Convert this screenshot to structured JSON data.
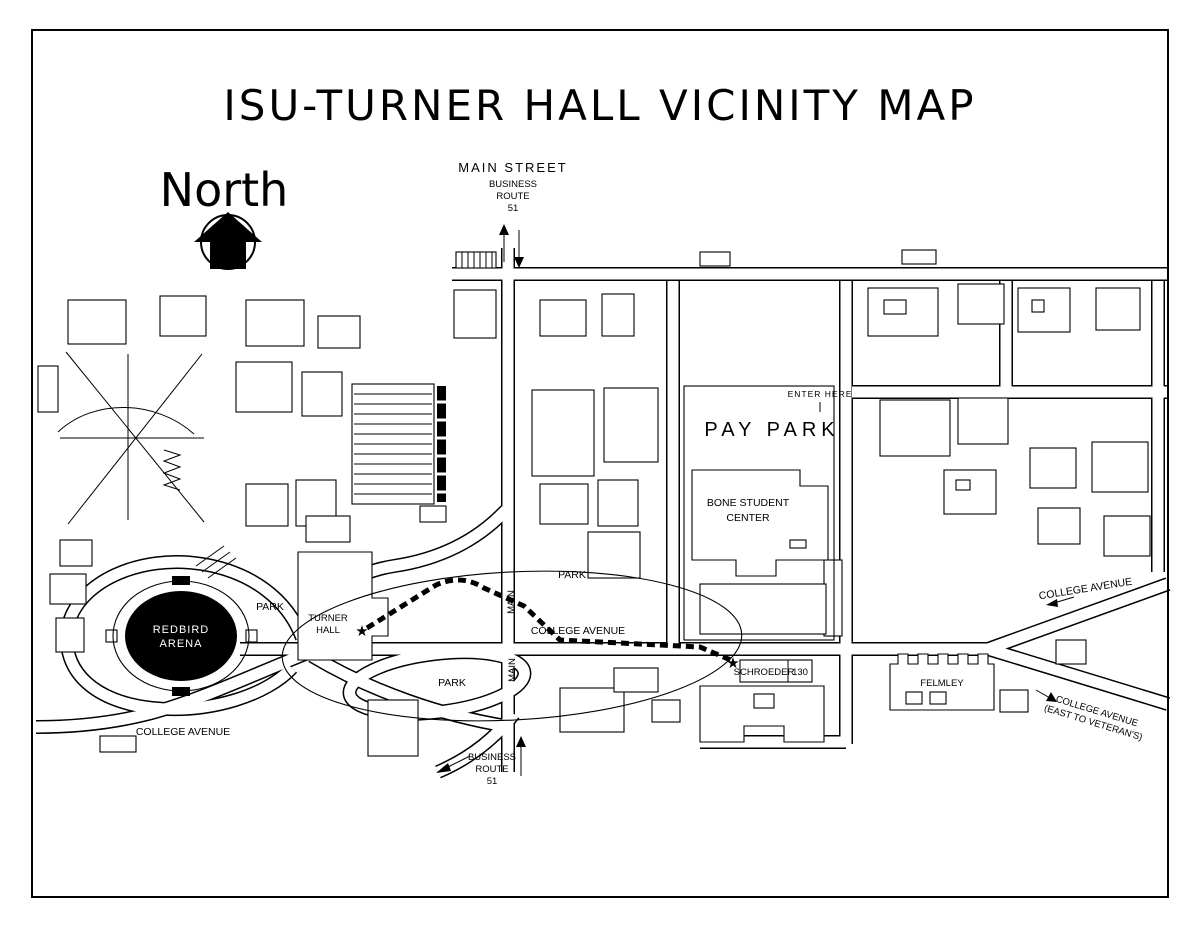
{
  "title": "ISU-TURNER HALL VICINITY MAP",
  "compass": {
    "label": "North"
  },
  "streets": {
    "main_street": "MAIN STREET",
    "main_abbrev": "MAIN",
    "business_route": {
      "line1": "BUSINESS",
      "line2": "ROUTE",
      "line3": "51"
    },
    "college_avenue": "COLLEGE AVENUE",
    "college_avenue_east_suffix": "(EAST TO VETERAN'S)"
  },
  "places": {
    "pay_park": "PAY PARK",
    "enter_here": "ENTER HERE",
    "bone_student_center": {
      "line1": "BONE STUDENT",
      "line2": "CENTER"
    },
    "park": "PARK",
    "redbird_arena": {
      "line1": "REDBIRD",
      "line2": "ARENA"
    },
    "turner_hall": {
      "line1": "TURNER",
      "line2": "HALL"
    },
    "schroeder": "SCHROEDER",
    "schroeder_room": "130",
    "felmley": "FELMLEY"
  },
  "icons": {
    "star": "★"
  }
}
